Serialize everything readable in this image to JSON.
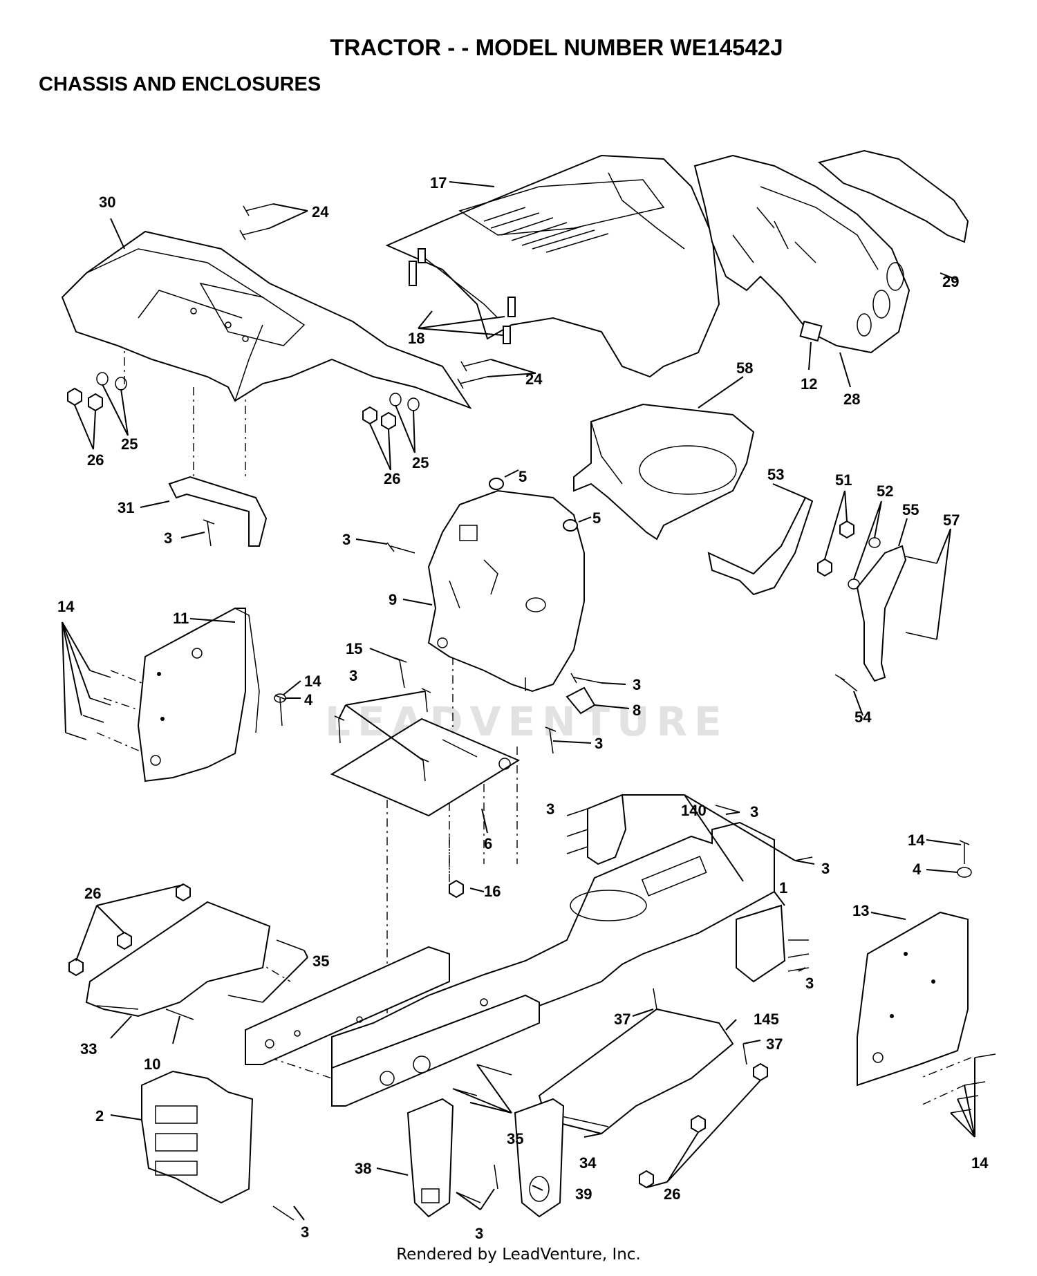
{
  "title": "TRACTOR - - MODEL NUMBER WE14542J",
  "subtitle": "CHASSIS AND ENCLOSURES",
  "footer": "Rendered by LeadVenture, Inc.",
  "watermark": "LEADVENTURE",
  "callouts": [
    {
      "id": "c30",
      "text": "30"
    },
    {
      "id": "c24a",
      "text": "24"
    },
    {
      "id": "c17",
      "text": "17"
    },
    {
      "id": "c29",
      "text": "29"
    },
    {
      "id": "c18",
      "text": "18"
    },
    {
      "id": "c24b",
      "text": "24"
    },
    {
      "id": "c12",
      "text": "12"
    },
    {
      "id": "c28",
      "text": "28"
    },
    {
      "id": "c58",
      "text": "58"
    },
    {
      "id": "c25a",
      "text": "25"
    },
    {
      "id": "c26a",
      "text": "26"
    },
    {
      "id": "c25b",
      "text": "25"
    },
    {
      "id": "c26b",
      "text": "26"
    },
    {
      "id": "c5a",
      "text": "5"
    },
    {
      "id": "c5b",
      "text": "5"
    },
    {
      "id": "c53",
      "text": "53"
    },
    {
      "id": "c51",
      "text": "51"
    },
    {
      "id": "c52",
      "text": "52"
    },
    {
      "id": "c55",
      "text": "55"
    },
    {
      "id": "c57",
      "text": "57"
    },
    {
      "id": "c31",
      "text": "31"
    },
    {
      "id": "c3a",
      "text": "3"
    },
    {
      "id": "c3b",
      "text": "3"
    },
    {
      "id": "c9",
      "text": "9"
    },
    {
      "id": "c15",
      "text": "15"
    },
    {
      "id": "c3c",
      "text": "3"
    },
    {
      "id": "c11",
      "text": "11"
    },
    {
      "id": "c14a",
      "text": "14"
    },
    {
      "id": "c14b",
      "text": "14"
    },
    {
      "id": "c4a",
      "text": "4"
    },
    {
      "id": "c54",
      "text": "54"
    },
    {
      "id": "c3d",
      "text": "3"
    },
    {
      "id": "c8",
      "text": "8"
    },
    {
      "id": "c3e",
      "text": "3"
    },
    {
      "id": "c6",
      "text": "6"
    },
    {
      "id": "c3f",
      "text": "3"
    },
    {
      "id": "c140",
      "text": "140"
    },
    {
      "id": "c3g",
      "text": "3"
    },
    {
      "id": "c14c",
      "text": "14"
    },
    {
      "id": "c3h",
      "text": "3"
    },
    {
      "id": "c4b",
      "text": "4"
    },
    {
      "id": "c1",
      "text": "1"
    },
    {
      "id": "c13",
      "text": "13"
    },
    {
      "id": "c16",
      "text": "16"
    },
    {
      "id": "c26c",
      "text": "26"
    },
    {
      "id": "c35a",
      "text": "35"
    },
    {
      "id": "c3i",
      "text": "3"
    },
    {
      "id": "c37a",
      "text": "37"
    },
    {
      "id": "c145",
      "text": "145"
    },
    {
      "id": "c37b",
      "text": "37"
    },
    {
      "id": "c33",
      "text": "33"
    },
    {
      "id": "c10",
      "text": "10"
    },
    {
      "id": "c2",
      "text": "2"
    },
    {
      "id": "c35b",
      "text": "35"
    },
    {
      "id": "c34",
      "text": "34"
    },
    {
      "id": "c14d",
      "text": "14"
    },
    {
      "id": "c38",
      "text": "38"
    },
    {
      "id": "c39",
      "text": "39"
    },
    {
      "id": "c26d",
      "text": "26"
    },
    {
      "id": "c3j",
      "text": "3"
    },
    {
      "id": "c3k",
      "text": "3"
    }
  ]
}
